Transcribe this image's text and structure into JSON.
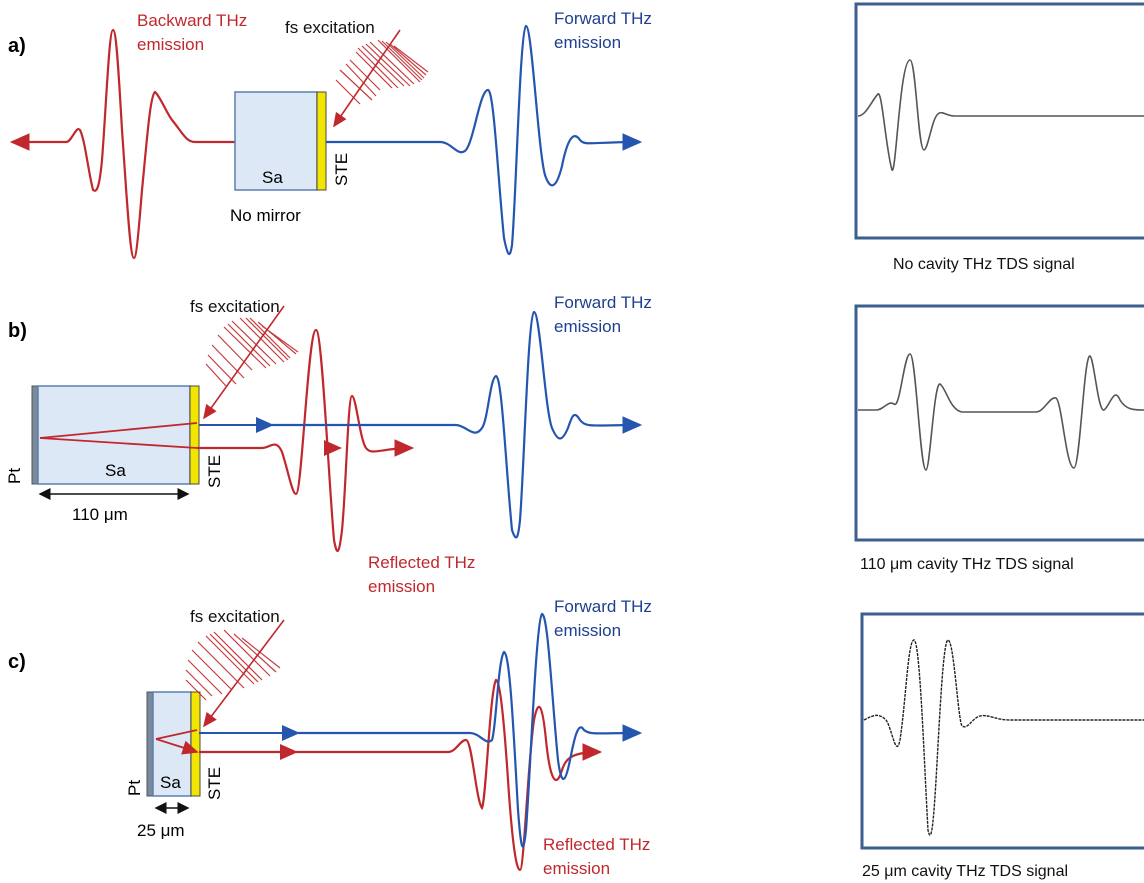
{
  "colors": {
    "red": "#c0282d",
    "blue": "#2456b0",
    "sapphire": "#dce8f6",
    "ste": "#f2e600",
    "pt": "#7a8a99",
    "frame": "#3b5f8f"
  },
  "panels": [
    {
      "label": "a)",
      "excitation": "fs excitation",
      "backward": [
        "Backward THz",
        "emission"
      ],
      "forward": [
        "Forward THz",
        "emission"
      ],
      "substrate": "Sa",
      "ste": "STE",
      "mirror": "No mirror",
      "signal_caption": "No cavity THz TDS signal"
    },
    {
      "label": "b)",
      "excitation": "fs excitation",
      "forward": [
        "Forward THz",
        "emission"
      ],
      "reflected": [
        "Reflected THz",
        "emission"
      ],
      "substrate": "Sa",
      "ste": "STE",
      "pt": "Pt",
      "thickness": "110 μm",
      "signal_caption": "110 μm cavity THz TDS signal"
    },
    {
      "label": "c)",
      "excitation": "fs excitation",
      "forward": [
        "Forward THz",
        "emission"
      ],
      "reflected": [
        "Reflected THz",
        "emission"
      ],
      "substrate": "Sa",
      "ste": "STE",
      "pt": "Pt",
      "thickness": "25 μm",
      "signal_caption": "25 μm cavity THz TDS signal"
    }
  ]
}
